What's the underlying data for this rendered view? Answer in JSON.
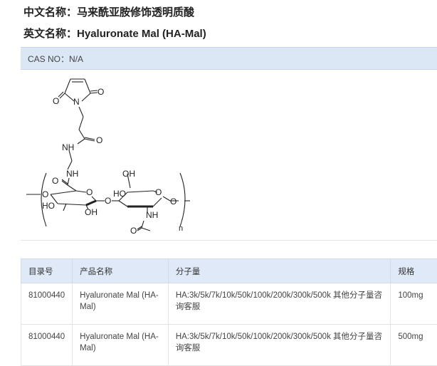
{
  "header": {
    "cn_name_label": "中文名称：",
    "cn_name": "马来酰亚胺修饰透明质酸",
    "en_name_label": "英文名称：",
    "en_name": "Hyaluronate Mal (HA-Mal)"
  },
  "cas": {
    "text": "CAS NO：N/A"
  },
  "structure": {
    "labels": [
      "O",
      "N",
      "O",
      "O",
      "NH",
      "NH",
      "O",
      "OH",
      "O",
      "O",
      "O",
      "HO",
      "O",
      "HO",
      "OH",
      "NH",
      "O",
      "O",
      "n"
    ]
  },
  "table": {
    "columns": [
      "目录号",
      "产品名称",
      "分子量",
      "规格"
    ],
    "rows": [
      [
        "81000440",
        "Hyaluronate Mal (HA-Mal)",
        "HA:3k/5k/7k/10k/50k/100k/200k/300k/500k 其他分子量咨询客服",
        "100mg"
      ],
      [
        "81000440",
        "Hyaluronate Mal (HA-Mal)",
        "HA:3k/5k/7k/10k/50k/100k/200k/300k/500k 其他分子量咨询客服",
        "500mg"
      ]
    ]
  }
}
